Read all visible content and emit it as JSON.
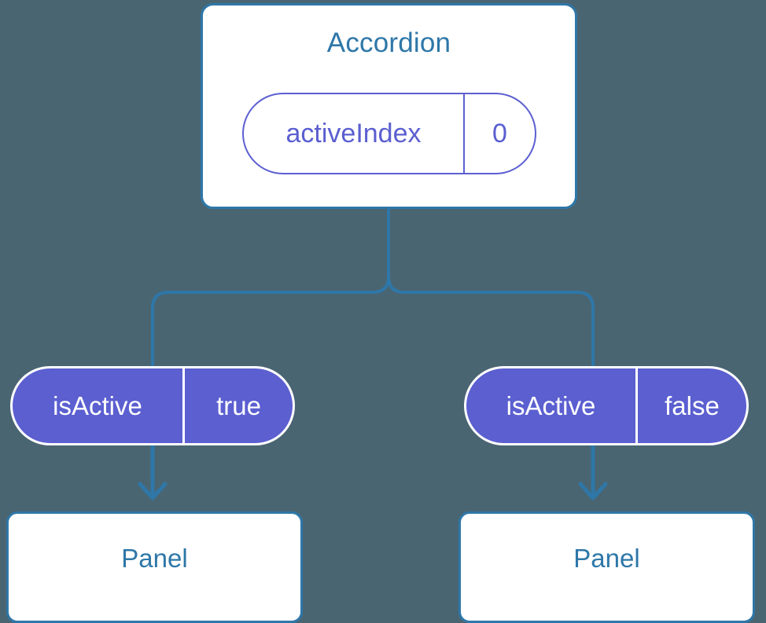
{
  "diagram": {
    "type": "component-tree",
    "background_color": "#4a6572",
    "accent_blue": "#2e77a8",
    "accent_purple": "#5b5fd0",
    "root": {
      "title": "Accordion",
      "prop": {
        "key": "activeIndex",
        "value": "0"
      }
    },
    "branches": [
      {
        "prop": {
          "key": "isActive",
          "value": "true"
        },
        "child": {
          "title": "Panel"
        }
      },
      {
        "prop": {
          "key": "isActive",
          "value": "false"
        },
        "child": {
          "title": "Panel"
        }
      }
    ],
    "connectors": {
      "root_split_icon": "tree-branch-connector",
      "leaf_arrow_icon": "arrow-down-icon"
    }
  }
}
